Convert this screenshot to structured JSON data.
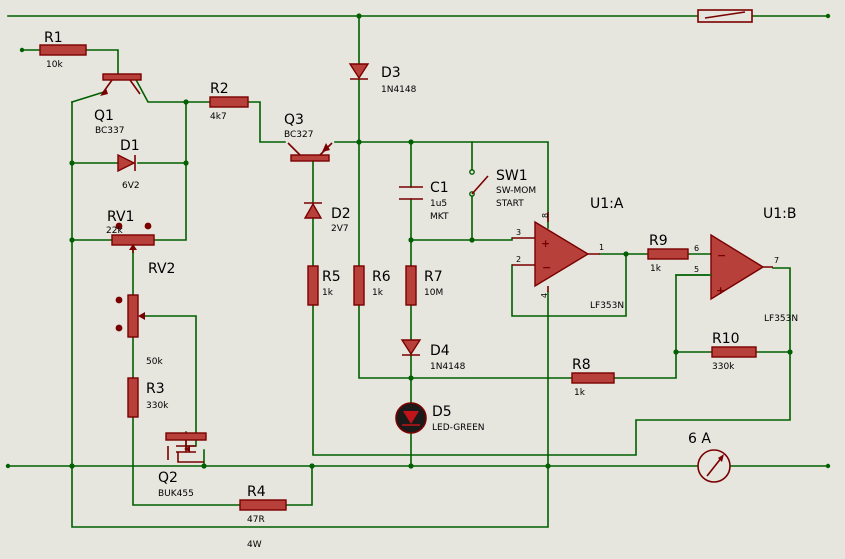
{
  "components": {
    "R1": {
      "ref": "R1",
      "value": "10k"
    },
    "R2": {
      "ref": "R2",
      "value": "4k7"
    },
    "R3": {
      "ref": "R3",
      "value": "330k"
    },
    "R4": {
      "ref": "R4",
      "value": "47R",
      "extra": "4W"
    },
    "R5": {
      "ref": "R5",
      "value": "1k"
    },
    "R6": {
      "ref": "R6",
      "value": "1k"
    },
    "R7": {
      "ref": "R7",
      "value": "10M"
    },
    "R8": {
      "ref": "R8",
      "value": "1k"
    },
    "R9": {
      "ref": "R9",
      "value": "1k"
    },
    "R10": {
      "ref": "R10",
      "value": "330k"
    },
    "Q1": {
      "ref": "Q1",
      "value": "BC337"
    },
    "Q2": {
      "ref": "Q2",
      "value": "BUK455"
    },
    "Q3": {
      "ref": "Q3",
      "value": "BC327"
    },
    "D1": {
      "ref": "D1",
      "value": "6V2"
    },
    "D2": {
      "ref": "D2",
      "value": "2V7"
    },
    "D3": {
      "ref": "D3",
      "value": "1N4148"
    },
    "D4": {
      "ref": "D4",
      "value": "1N4148"
    },
    "D5": {
      "ref": "D5",
      "value": "LED-GREEN"
    },
    "C1": {
      "ref": "C1",
      "value1": "1u5",
      "value2": "MKT"
    },
    "RV1": {
      "ref": "RV1",
      "value": "22k"
    },
    "RV2": {
      "ref": "RV2",
      "value": "50k"
    },
    "SW1": {
      "ref": "SW1",
      "value1": "SW-MOM",
      "value2": "START"
    },
    "U1A": {
      "ref": "U1:A",
      "value": "LF353N"
    },
    "U1B": {
      "ref": "U1:B",
      "value": "LF353N"
    },
    "AMMETER": {
      "label": "6 A"
    }
  },
  "pins": {
    "u1a_in_plus": "3",
    "u1a_in_minus": "2",
    "u1a_out": "1",
    "u1a_vcc": "8",
    "u1a_gnd": "4",
    "u1b_in_minus": "6",
    "u1b_in_plus": "5",
    "u1b_out": "7"
  },
  "colors": {
    "wire": "#006000",
    "component": "#7a0000",
    "background": "#e6e5de"
  },
  "icons": [
    "fuse-icon",
    "ammeter-icon",
    "led-icon",
    "switch-icon"
  ]
}
